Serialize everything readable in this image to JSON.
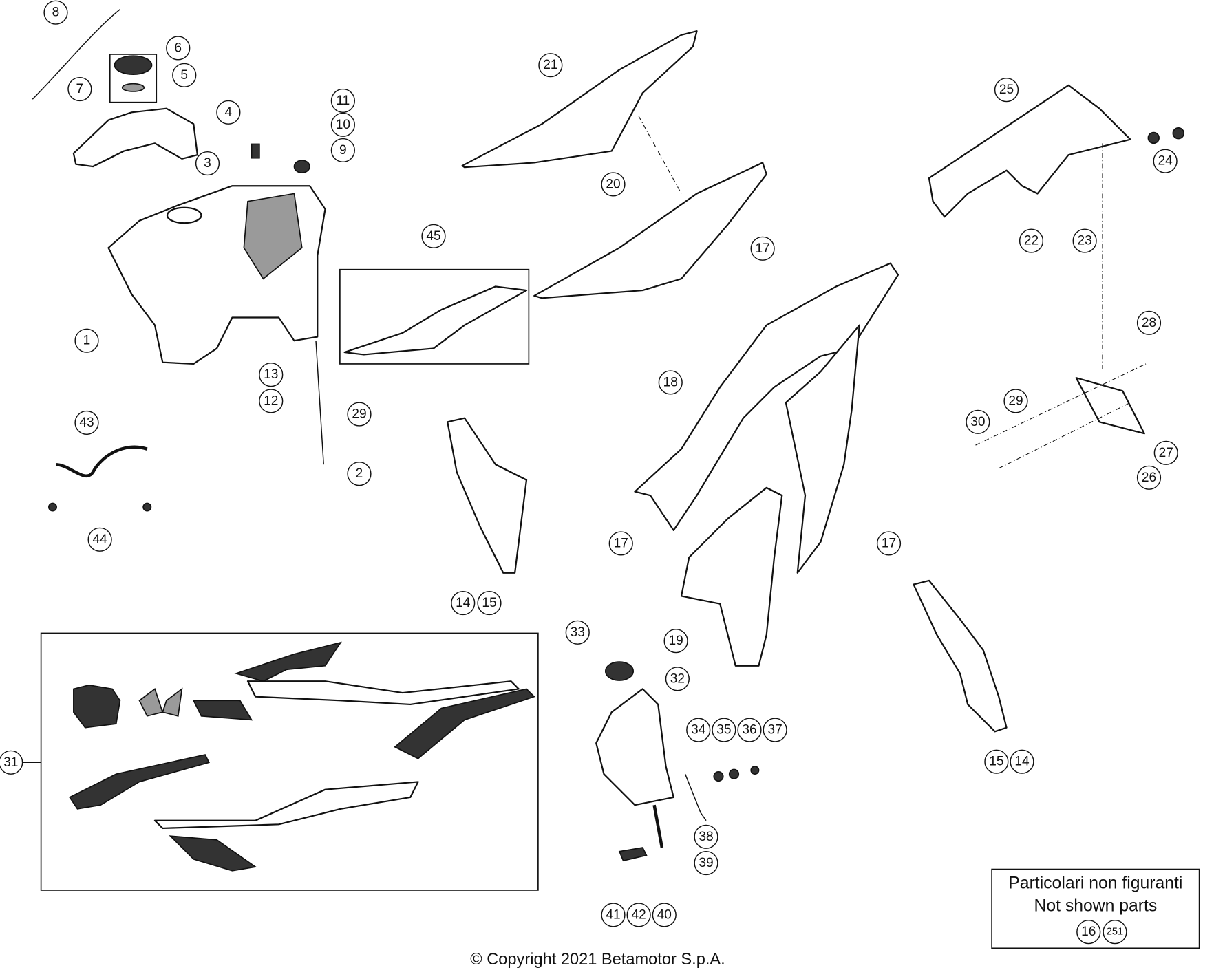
{
  "diagram": {
    "callouts": [
      "8",
      "6",
      "7",
      "5",
      "3",
      "4",
      "11",
      "10",
      "9",
      "1",
      "21",
      "20",
      "45",
      "25",
      "24",
      "22",
      "23",
      "17",
      "18",
      "13",
      "12",
      "29",
      "2",
      "43",
      "44",
      "28",
      "29",
      "30",
      "27",
      "26",
      "17",
      "17",
      "14",
      "15",
      "19",
      "33",
      "32",
      "34",
      "35",
      "36",
      "37",
      "15",
      "14",
      "31",
      "38",
      "39",
      "41",
      "42",
      "40"
    ],
    "not_shown_box": {
      "line1": "Particolari non figuranti",
      "line2": "Not shown parts",
      "parts": [
        "16",
        "251"
      ]
    },
    "copyright": "© Copyright 2021 Betamotor S.p.A."
  }
}
